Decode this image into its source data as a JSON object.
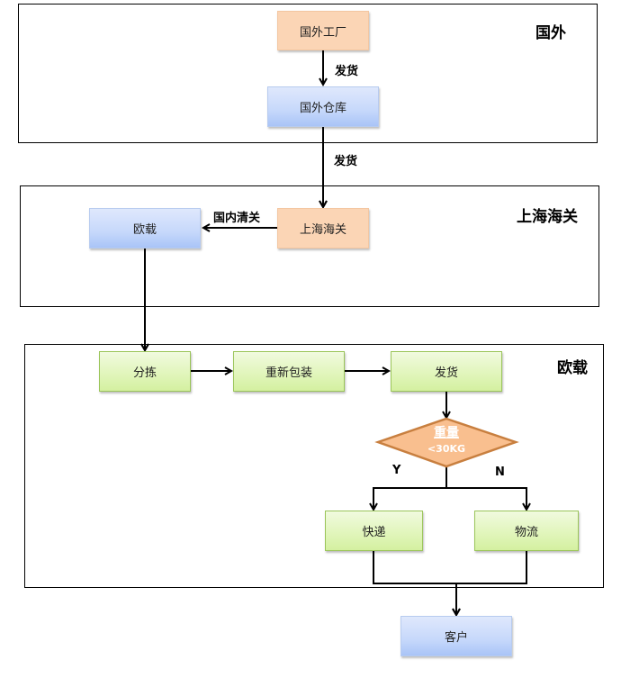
{
  "panels": {
    "overseas": {
      "title": "国外"
    },
    "customs": {
      "title": "上海海关"
    },
    "ouzai": {
      "title": "欧载"
    }
  },
  "nodes": {
    "overseas_factory": "国外工厂",
    "overseas_warehouse": "国外仓库",
    "shanghai_customs": "上海海关",
    "ouzai": "欧载",
    "sorting": "分拣",
    "repacking": "重新包装",
    "shipping": "发货",
    "express": "快递",
    "logistics": "物流",
    "customer": "客户"
  },
  "decision": {
    "title": "重量",
    "condition": "<30KG",
    "yes_label": "Y",
    "no_label": "N"
  },
  "edge_labels": {
    "factory_to_warehouse": "发货",
    "warehouse_to_customs": "发货",
    "customs_to_ouzai": "国内清关"
  },
  "colors": {
    "orange_fill": "#fbd5b5",
    "blue_fill": "#c6d8fb",
    "green_fill": "#e0f5b9",
    "diamond_fill": "#f9bf8f",
    "diamond_stroke": "#c87f3f"
  }
}
